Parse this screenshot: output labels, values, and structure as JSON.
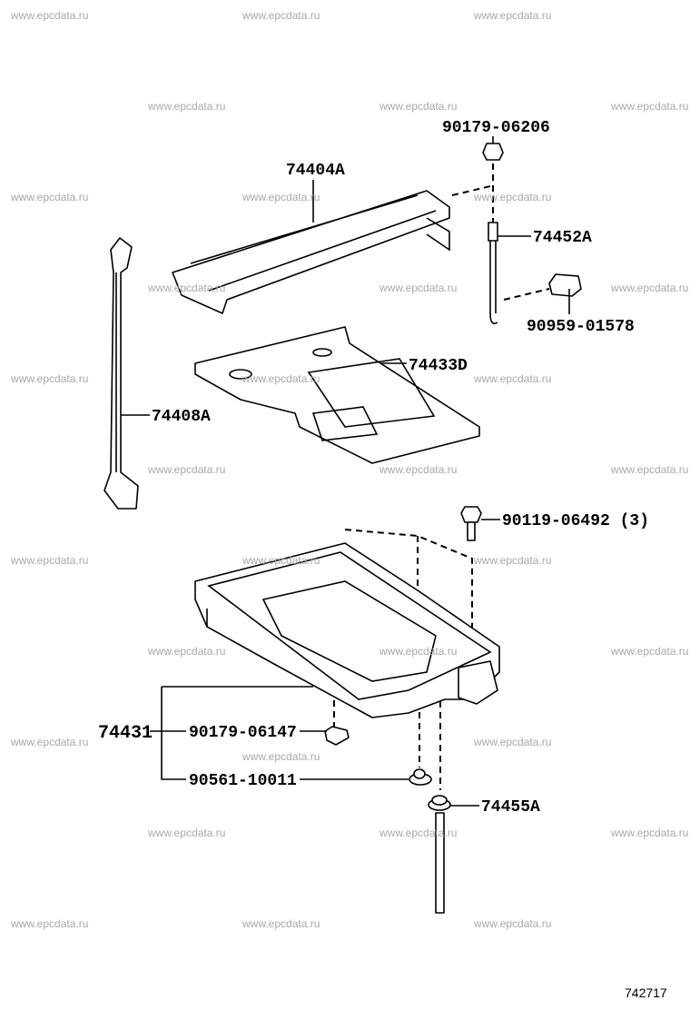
{
  "watermark": "www.epcdata.ru",
  "labels": {
    "nut_top": "90179-06206",
    "clamp": "74404A",
    "hook_bolt": "74452A",
    "clip": "90959-01578",
    "insulator": "74433D",
    "rod": "74408A",
    "bolt": "90119-06492 (3)",
    "tray": "74431",
    "nut_clip": "90179-06147",
    "grommet": "90561-10011",
    "long_bolt": "74455A"
  },
  "diagram_code": "742717"
}
